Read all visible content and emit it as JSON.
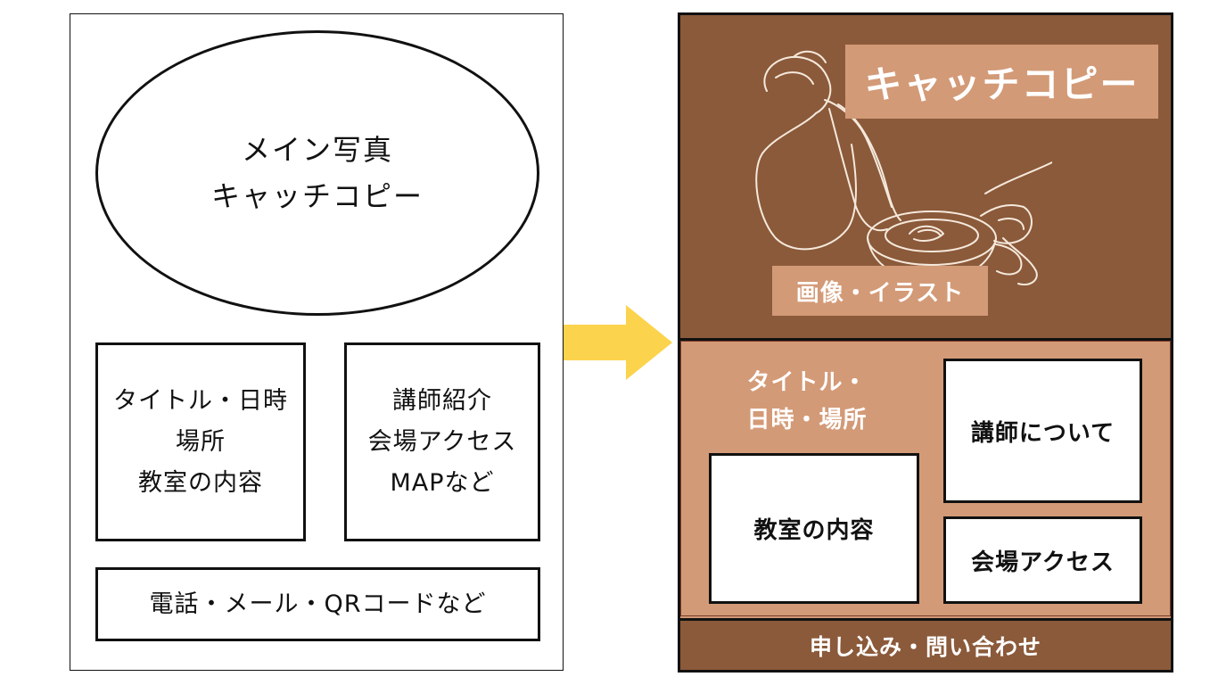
{
  "sketch": {
    "ellipse_lines": [
      "メイン写真",
      "キャッチコピー"
    ],
    "box_left_lines": [
      "タイトル・日時",
      "場所",
      "教室の内容"
    ],
    "box_right_lines": [
      "講師紹介",
      "会場アクセス",
      "MAPなど"
    ],
    "box_bottom": "電話・メール・QRコードなど"
  },
  "mockup": {
    "catch_copy": "キャッチコピー",
    "image_label": "画像・イラスト",
    "title_lines": [
      "タイトル・",
      "日時・場所"
    ],
    "class_content": "教室の内容",
    "instructor": "講師について",
    "venue_access": "会場アクセス",
    "footer": "申し込み・問い合わせ"
  },
  "colors": {
    "dark_brown": "#8b5a3a",
    "light_brown": "#d39a77",
    "arrow_yellow": "#fcd34d"
  }
}
